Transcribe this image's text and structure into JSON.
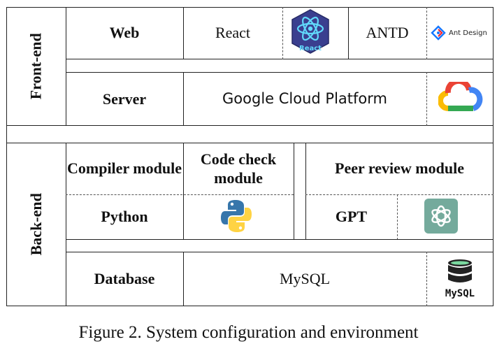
{
  "sections": {
    "frontend_label": "Front-end",
    "backend_label": "Back-end"
  },
  "frontend": {
    "web_label": "Web",
    "react_label": "React",
    "react_logo_text": "React",
    "antd_label": "ANTD",
    "antd_logo_text": "Ant Design",
    "server_label": "Server",
    "gcp_label": "Google Cloud Platform"
  },
  "backend": {
    "compiler_module": "Compiler module",
    "code_check_module": "Code check module",
    "peer_review_module": "Peer review module",
    "python_label": "Python",
    "gpt_label": "GPT",
    "database_label": "Database",
    "mysql_label": "MySQL",
    "mysql_logo_text": "MySQL"
  },
  "caption": {
    "figure_label": "Figure 2.",
    "text": "System configuration and environment"
  },
  "icons": {
    "react": "react-logo-icon",
    "antd": "ant-design-logo-icon",
    "gcp": "google-cloud-logo-icon",
    "python": "python-logo-icon",
    "gpt": "openai-logo-icon",
    "mysql": "mysql-database-icon"
  },
  "colors": {
    "react_bg": "#3a3f8f",
    "react_atom": "#61dafb",
    "gcp_red": "#ea4335",
    "gcp_blue": "#4285f4",
    "gcp_yellow": "#fbbc05",
    "gcp_green": "#34a853",
    "python_blue": "#3776ab",
    "python_yellow": "#ffd343",
    "openai_teal": "#74aa9c"
  }
}
